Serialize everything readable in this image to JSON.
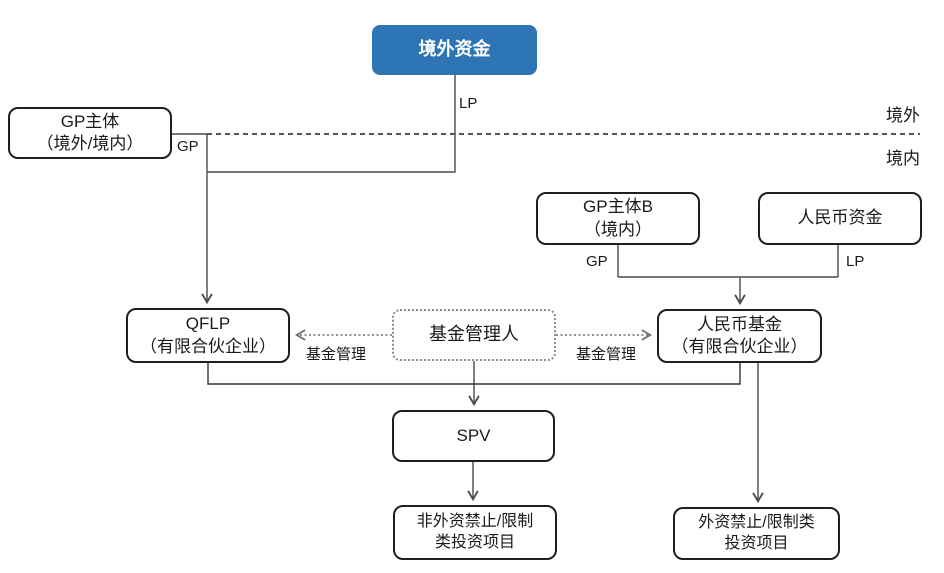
{
  "diagram_title": "QFLP fund structure diagram",
  "colors": {
    "primary_blue": "#2E75B6",
    "box_border": "#1f1f1f",
    "connector": "#4a4a4a",
    "dotted_connector": "#6e6e6e"
  },
  "region_labels": {
    "offshore": "境外",
    "onshore": "境内"
  },
  "nodes": {
    "offshore_capital": {
      "label": "境外资金"
    },
    "gp_entity_a": {
      "line1": "GP主体",
      "line2": "（境外/境内）"
    },
    "gp_entity_b": {
      "line1": "GP主体B",
      "line2": "（境内）"
    },
    "rmb_capital": {
      "label": "人民币资金"
    },
    "qflp": {
      "line1": "QFLP",
      "line2": "（有限合伙企业）"
    },
    "fund_manager": {
      "label": "基金管理人"
    },
    "rmb_fund": {
      "line1": "人民币基金",
      "line2": "（有限合伙企业）"
    },
    "spv": {
      "label": "SPV"
    },
    "non_foreign_restricted": {
      "line1": "非外资禁止/限制",
      "line2": "类投资项目"
    },
    "foreign_restricted": {
      "line1": "外资禁止/限制类",
      "line2": "投资项目"
    }
  },
  "edge_labels": {
    "lp_offshore": "LP",
    "gp_offshore": "GP",
    "gp_domestic": "GP",
    "lp_domestic": "LP",
    "fund_mgmt_left": "基金管理",
    "fund_mgmt_right": "基金管理"
  }
}
